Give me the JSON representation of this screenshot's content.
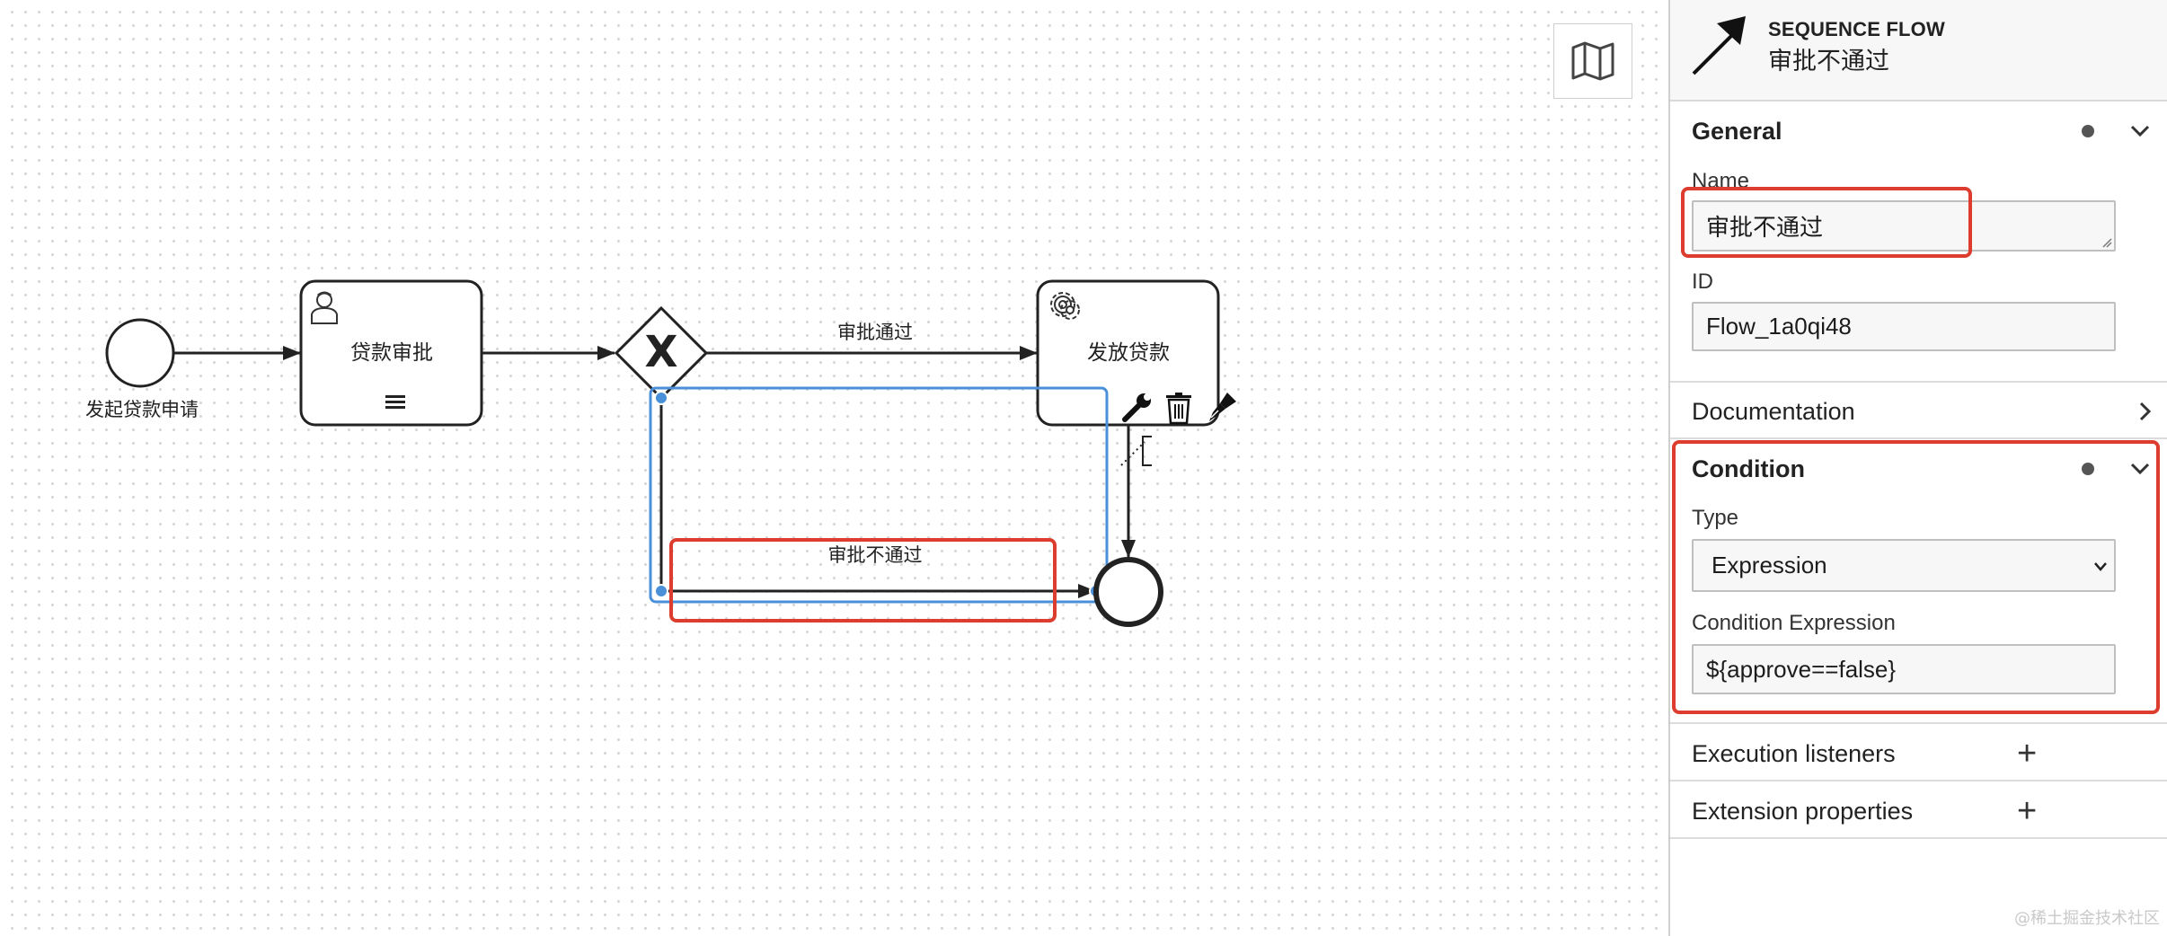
{
  "diagram": {
    "start_event_label": "发起贷款申请",
    "task_approval_label": "贷款审批",
    "task_release_label": "发放贷款",
    "flow_approved_label": "审批通过",
    "flow_rejected_label": "审批不通过",
    "gateway_symbol": "X"
  },
  "panel": {
    "header_type": "SEQUENCE FLOW",
    "header_name": "审批不通过",
    "general": {
      "title": "General",
      "name_label": "Name",
      "name_value": "审批不通过",
      "id_label": "ID",
      "id_value": "Flow_1a0qi48"
    },
    "documentation": {
      "title": "Documentation"
    },
    "condition": {
      "title": "Condition",
      "type_label": "Type",
      "type_value": "Expression",
      "expression_label": "Condition Expression",
      "expression_value": "${approve==false}"
    },
    "execution_listeners": {
      "title": "Execution listeners",
      "add": "+"
    },
    "extension_properties": {
      "title": "Extension properties",
      "add": "+"
    }
  },
  "watermark": "@稀土掘金技术社区",
  "colors": {
    "selection": "#4a90d9",
    "highlight": "#dc3d2f"
  }
}
